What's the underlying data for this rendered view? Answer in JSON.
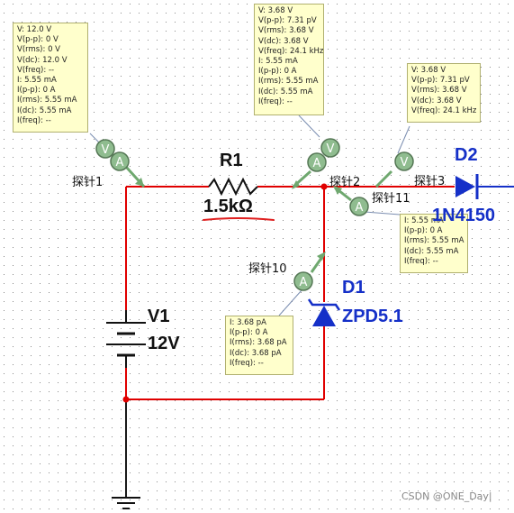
{
  "colors": {
    "wire": "#e00000",
    "diode": "#1530c8",
    "probe": "#6fa86f",
    "box_bg": "#ffffcc",
    "underline": "#e02020"
  },
  "probe1": {
    "name": "探针1",
    "lines": [
      "V: 12.0 V",
      "V(p-p): 0 V",
      "V(rms): 0 V",
      "V(dc): 12.0 V",
      "V(freq): --",
      "I: 5.55 mA",
      "I(p-p): 0 A",
      "I(rms): 5.55 mA",
      "I(dc): 5.55 mA",
      "I(freq): --"
    ]
  },
  "probe2": {
    "name": "探针2",
    "lines": [
      "V: 3.68 V",
      "V(p-p): 7.31 pV",
      "V(rms): 3.68 V",
      "V(dc): 3.68 V",
      "V(freq): 24.1 kHz",
      "I: 5.55 mA",
      "I(p-p): 0 A",
      "I(rms): 5.55 mA",
      "I(dc): 5.55 mA",
      "I(freq): --"
    ]
  },
  "probe3": {
    "name": "探针3",
    "lines": [
      "V: 3.68 V",
      "V(p-p): 7.31 pV",
      "V(rms): 3.68 V",
      "V(dc): 3.68 V",
      "V(freq): 24.1 kHz"
    ]
  },
  "probe11": {
    "name": "探针11",
    "lines": [
      "I: 5.55 mA",
      "I(p-p): 0 A",
      "I(rms): 5.55 mA",
      "I(dc): 5.55 mA",
      "I(freq): --"
    ]
  },
  "probe10": {
    "name": "探针10",
    "lines": [
      "I: 3.68 pA",
      "I(p-p): 0 A",
      "I(rms): 3.68 pA",
      "I(dc): 3.68 pA",
      "I(freq): --"
    ]
  },
  "components": {
    "r1": {
      "ref": "R1",
      "value": "1.5kΩ"
    },
    "v1": {
      "ref": "V1",
      "value": "12V"
    },
    "d1": {
      "ref": "D1",
      "value": "ZPD5.1"
    },
    "d2": {
      "ref": "D2",
      "value": "1N4150"
    }
  },
  "probe_glyphs": {
    "voltage": "V",
    "current": "A"
  },
  "watermark": "CSDN @ONE_Day|"
}
